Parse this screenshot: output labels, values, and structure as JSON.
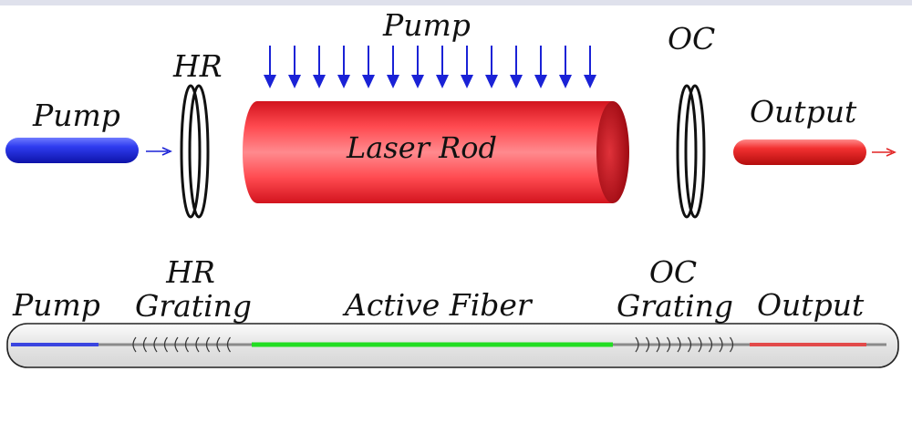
{
  "top": {
    "pump_left": "Pump",
    "hr": "HR",
    "pump_top": "Pump",
    "rod": "Laser Rod",
    "oc": "OC",
    "output": "Output"
  },
  "fiber": {
    "pump": "Pump",
    "hr_line1": "HR",
    "hr_line2": "Grating",
    "active": "Active Fiber",
    "oc_line1": "OC",
    "oc_line2": "Grating",
    "output": "Output"
  },
  "colors": {
    "pump": "#1a22d6",
    "rod": "#e8202a",
    "active": "#22dd22",
    "output": "#e22424"
  },
  "icons": {
    "pump_arrows": "down-arrow-icon",
    "hr_mirror": "mirror-icon",
    "oc_mirror": "mirror-icon"
  }
}
